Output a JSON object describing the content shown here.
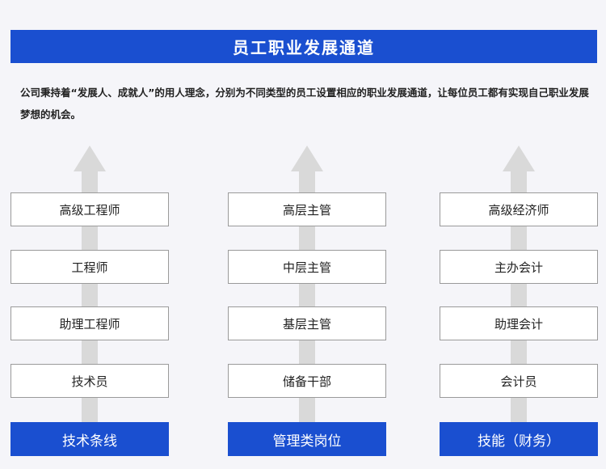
{
  "title": "员工职业发展通道",
  "intro": "公司秉持着“发展人、成就人”的用人理念，分别为不同类型的员工设置相应的职业发展通道，让每位员工都有实现自己职业发展梦想的机会。",
  "colors": {
    "brand_blue": "#1a4fd0",
    "arrow_gray": "#d9d9d9",
    "page_bg": "#f5f5f9"
  },
  "columns": [
    {
      "base": "技术条线",
      "levels": [
        "高级工程师",
        "工程师",
        "助理工程师",
        "技术员"
      ]
    },
    {
      "base": "管理类岗位",
      "levels": [
        "高层主管",
        "中层主管",
        "基层主管",
        "储备干部"
      ]
    },
    {
      "base": "技能（财务）",
      "levels": [
        "高级经济师",
        "主办会计",
        "助理会计",
        "会计员"
      ]
    }
  ]
}
